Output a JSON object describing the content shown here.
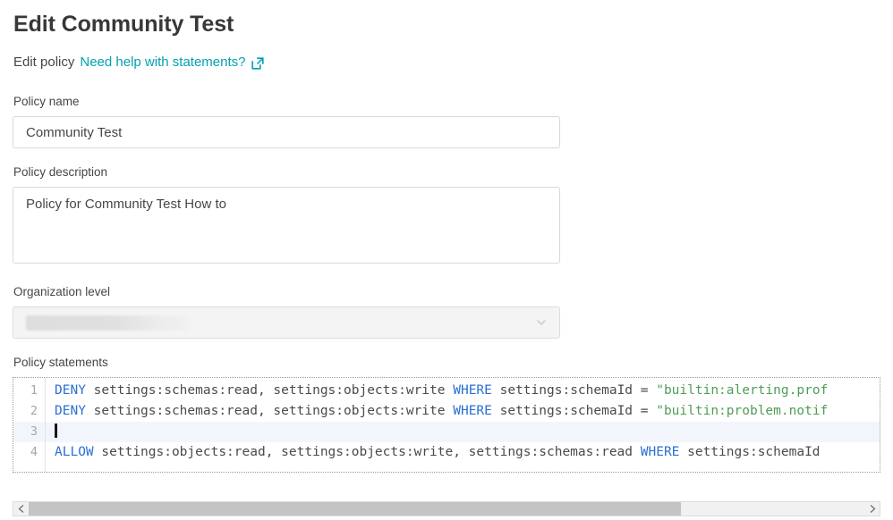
{
  "header": {
    "title": "Edit Community Test",
    "subline_static": "Edit policy",
    "help_link": "Need help with statements?",
    "external_link_icon": "external-link-icon"
  },
  "form": {
    "policy_name": {
      "label": "Policy name",
      "value": "Community Test",
      "placeholder": ""
    },
    "policy_description": {
      "label": "Policy description",
      "value": "Policy for Community Test How to",
      "placeholder": ""
    },
    "organization_level": {
      "label": "Organization level",
      "value": "",
      "redacted": true,
      "chevron_icon": "chevron-down-icon"
    },
    "policy_statements": {
      "label": "Policy statements"
    }
  },
  "editor": {
    "lines": [
      {
        "number": "1",
        "active": false,
        "tokens": [
          {
            "type": "kw",
            "text": "DENY"
          },
          {
            "type": "plain",
            "text": " settings:schemas:read, settings:objects:write "
          },
          {
            "type": "kw",
            "text": "WHERE"
          },
          {
            "type": "plain",
            "text": " settings:schemaId = "
          },
          {
            "type": "str",
            "text": "\"builtin:alerting.prof"
          }
        ]
      },
      {
        "number": "2",
        "active": false,
        "tokens": [
          {
            "type": "kw",
            "text": "DENY"
          },
          {
            "type": "plain",
            "text": " settings:schemas:read, settings:objects:write "
          },
          {
            "type": "kw",
            "text": "WHERE"
          },
          {
            "type": "plain",
            "text": " settings:schemaId = "
          },
          {
            "type": "str",
            "text": "\"builtin:problem.notif"
          }
        ]
      },
      {
        "number": "3",
        "active": true,
        "caret": true,
        "tokens": []
      },
      {
        "number": "4",
        "active": false,
        "tokens": [
          {
            "type": "kw",
            "text": "ALLOW"
          },
          {
            "type": "plain",
            "text": " settings:objects:read, settings:objects:write, settings:schemas:read "
          },
          {
            "type": "kw",
            "text": "WHERE"
          },
          {
            "type": "plain",
            "text": " settings:schemaId"
          }
        ]
      }
    ],
    "scrollbar": {
      "left_arrow_icon": "caret-left-icon",
      "right_arrow_icon": "caret-right-icon",
      "thumb_percent": 78
    }
  },
  "colors": {
    "accent_link": "#00a1b2",
    "keyword": "#2b6fd4",
    "string": "#4f9d55",
    "text": "#454646",
    "active_line": "#f2f6fc"
  }
}
